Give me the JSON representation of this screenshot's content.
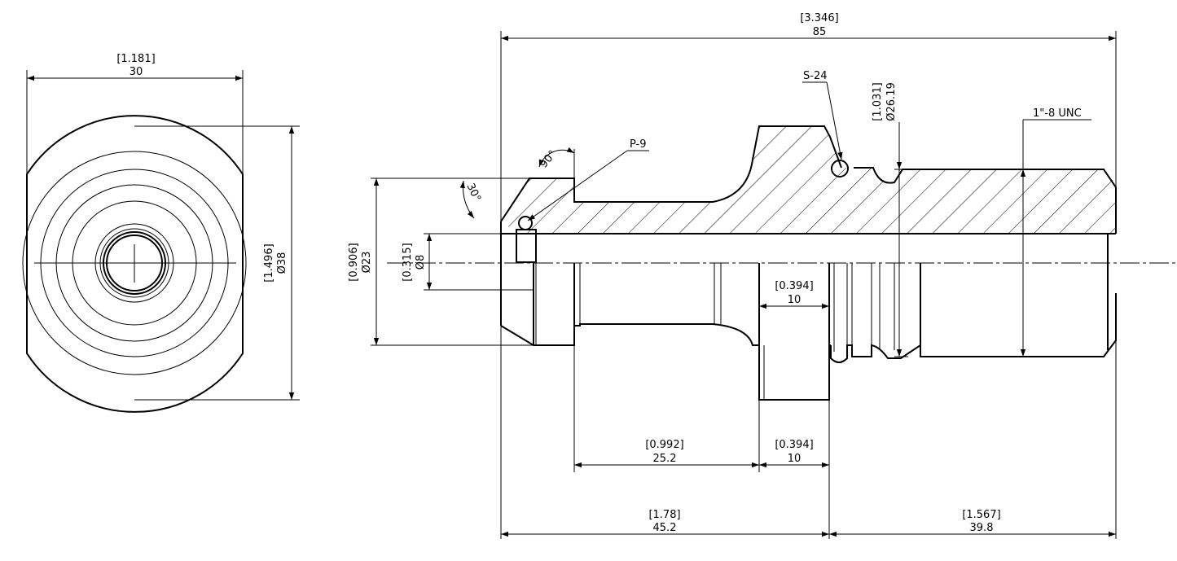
{
  "views": {
    "end_view": {
      "width_dim": {
        "inch": "[1.181]",
        "mm": "30"
      },
      "diameter_dim": {
        "inch": "[1.496]",
        "mm": "Ø38"
      }
    },
    "section_view": {
      "overall_length": {
        "inch": "[3.346]",
        "mm": "85"
      },
      "outer_dia_flange": {
        "inch": "[0.906]",
        "mm": "Ø23"
      },
      "bore_dia": {
        "inch": "[0.315]",
        "mm": "Ø8"
      },
      "groove_dia": {
        "inch": "[1.031]",
        "mm": "Ø26.19"
      },
      "thread_callout": "1\"-8 UNC",
      "seal_small": "P-9",
      "seal_large": "S-24",
      "angle_90": "90°",
      "angle_30": "30°",
      "hex_width_top": {
        "inch": "[0.394]",
        "mm": "10"
      },
      "neck_length": {
        "inch": "[0.992]",
        "mm": "25.2"
      },
      "hex_width_bottom": {
        "inch": "[0.394]",
        "mm": "10"
      },
      "front_length": {
        "inch": "[1.78]",
        "mm": "45.2"
      },
      "rear_length": {
        "inch": "[1.567]",
        "mm": "39.8"
      }
    }
  }
}
